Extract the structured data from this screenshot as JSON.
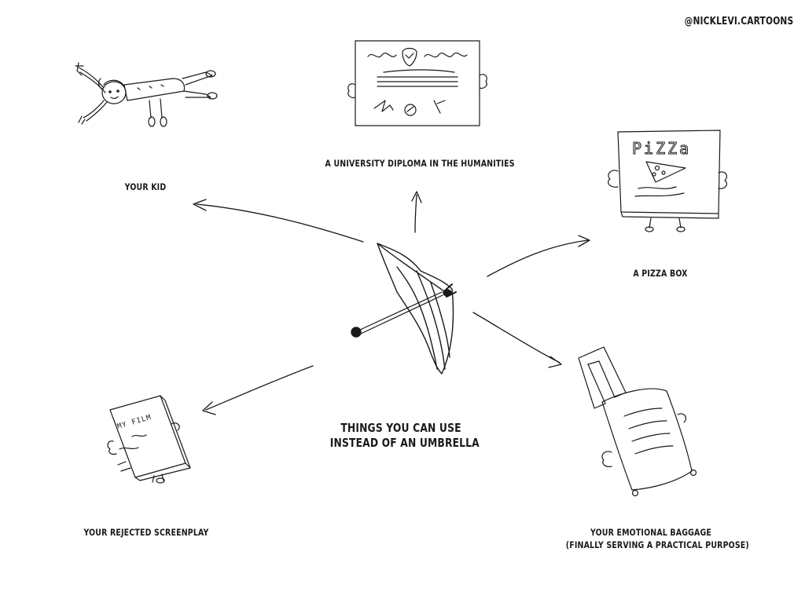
{
  "credit": "@NICKLEVI.CARTOONS",
  "center_title": {
    "line1": "THINGS YOU CAN USE",
    "line2": "INSTEAD OF AN UMBRELLA"
  },
  "items": {
    "kid": "YOUR KID",
    "diploma": "A UNIVERSITY DIPLOMA IN THE HUMANITIES",
    "pizza_box": "A PIZZA BOX",
    "screenplay": "YOUR REJECTED SCREENPLAY",
    "baggage_line1": "YOUR EMOTIONAL BAGGAGE",
    "baggage_line2": "(FINALLY SERVING A PRACTICAL PURPOSE)"
  },
  "drawn_text": {
    "pizza_word": "PiZZa",
    "film_word": "MY FILM"
  },
  "colors": {
    "ink": "#1a1a1a",
    "background": "#ffffff"
  }
}
